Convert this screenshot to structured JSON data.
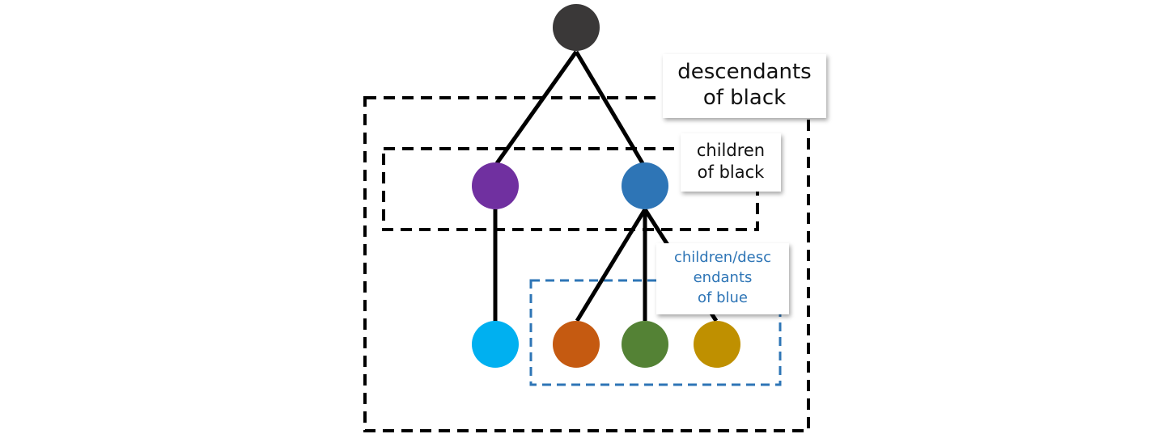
{
  "nodes": {
    "black": {
      "color": "#3a3838"
    },
    "purple": {
      "color": "#7030a0"
    },
    "blue": {
      "color": "#2e75b6"
    },
    "light_blue": {
      "color": "#00b0f0"
    },
    "orange": {
      "color": "#c55a11"
    },
    "green": {
      "color": "#548235"
    },
    "gold": {
      "color": "#bf9000"
    }
  },
  "edge_color": "#000000",
  "groups": {
    "descendants_of_black": {
      "border_color": "#000000",
      "label_lines": [
        "descendants",
        "of black"
      ],
      "label_color": "#111111"
    },
    "children_of_black": {
      "border_color": "#000000",
      "label_lines": [
        "children",
        "of black"
      ],
      "label_color": "#111111"
    },
    "children_descendants_of_blue": {
      "border_color": "#2e75b6",
      "label_lines": [
        "children/desc",
        "endants",
        "of blue"
      ],
      "label_color": "#2e75b6"
    }
  }
}
